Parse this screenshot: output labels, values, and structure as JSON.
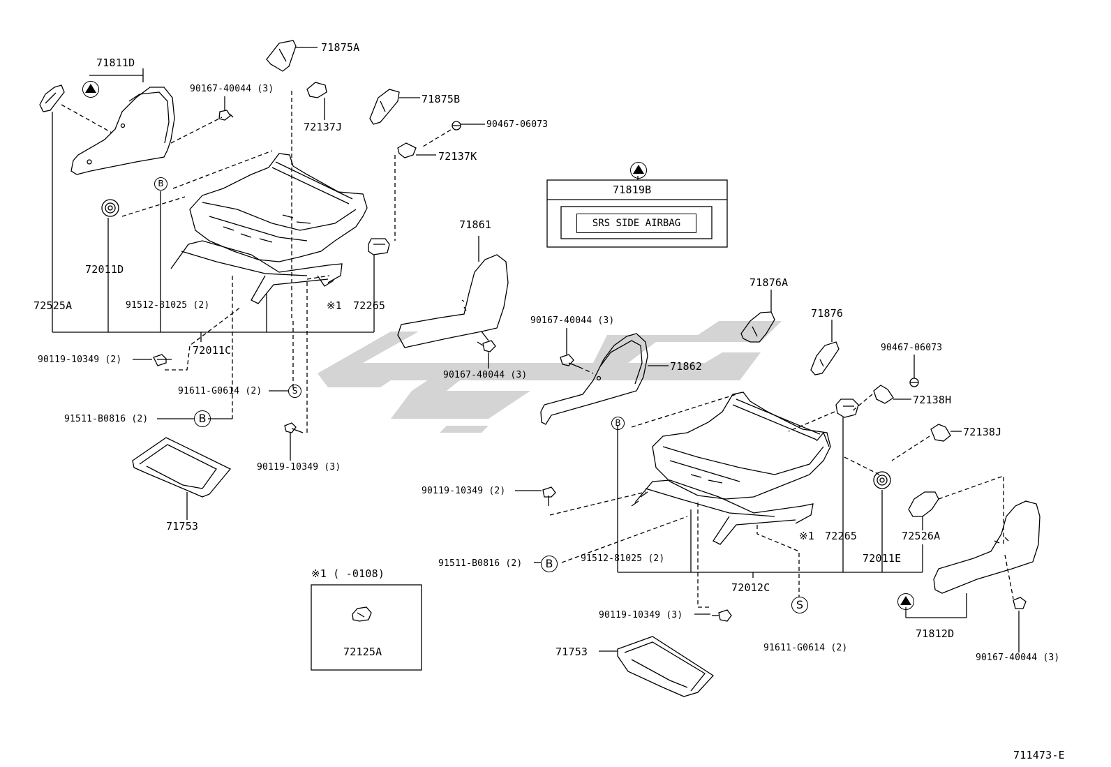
{
  "parts": {
    "p71875A": "71875A",
    "p71811D": "71811D",
    "p90167_40044_3_top": "90167-40044 (3)",
    "p72137J": "72137J",
    "p71875B": "71875B",
    "p90467_06073_top": "90467-06073",
    "p72137K": "72137K",
    "p72011D": "72011D",
    "p72525A": "72525A",
    "p91512_81025_2_left": "91512-81025 (2)",
    "p72265_left": "72265",
    "p72011C": "72011C",
    "p90119_10349_2_left": "90119-10349 (2)",
    "p91611_G0614_2_left": "91611-G0614 (2)",
    "p91511_B0816_2_left": "91511-B0816 (2)",
    "p90119_10349_3_left": "90119-10349 (3)",
    "p71753_left": "71753",
    "p71861": "71861",
    "p90167_40044_3_mid1": "90167-40044 (3)",
    "p90167_40044_3_mid2": "90167-40044 (3)",
    "p71862": "71862",
    "p71876A": "71876A",
    "p71876": "71876",
    "p90467_06073_right": "90467-06073",
    "p72138H": "72138H",
    "p72138J": "72138J",
    "p90119_10349_2_mid": "90119-10349 (2)",
    "p91511_B0816_2_right": "91511-B0816 (2)",
    "p91512_81025_2_right": "91512-81025 (2)",
    "p72265_right": "72265",
    "p72011E": "72011E",
    "p72526A": "72526A",
    "p72012C": "72012C",
    "p90119_10349_3_right": "90119-10349 (3)",
    "p91611_G0614_2_right": "91611-G0614 (2)",
    "p71812D": "71812D",
    "p90167_40044_3_right": "90167-40044 (3)",
    "p71753_right": "71753",
    "p72125A": "72125A"
  },
  "markers": {
    "b": "B",
    "s": "S",
    "note_mark": "※1"
  },
  "label_box": {
    "part": "71819B",
    "tag_text": "SRS SIDE AIRBAG"
  },
  "inset": {
    "header": "※1 (      -0108)"
  },
  "figure_id": "711473-E"
}
